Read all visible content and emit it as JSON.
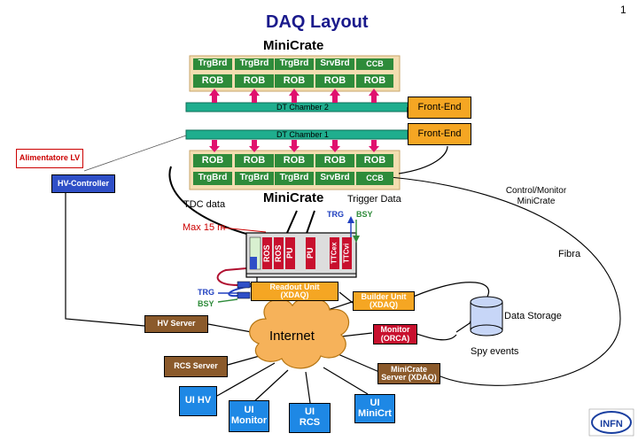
{
  "page_number": "1",
  "title": "DAQ Layout",
  "minicrate_top": {
    "label": "MiniCrate",
    "boards": [
      "TrgBrd",
      "TrgBrd",
      "TrgBrd",
      "SrvBrd",
      "CCB"
    ],
    "robs": [
      "ROB",
      "ROB",
      "ROB",
      "ROB",
      "ROB"
    ]
  },
  "minicrate_bottom": {
    "label": "MiniCrate",
    "boards": [
      "TrgBrd",
      "TrgBrd",
      "TrgBrd",
      "SrvBrd",
      "CCB"
    ],
    "robs": [
      "ROB",
      "ROB",
      "ROB",
      "ROB",
      "ROB"
    ]
  },
  "chambers": [
    "DT Chamber 2",
    "DT Chamber 1"
  ],
  "front_end": [
    "Front-End",
    "Front-End"
  ],
  "alimentatore": "Alimentatore LV",
  "hv_controller": "HV-Controller",
  "labels": {
    "tdc_data": "TDC data",
    "trigger_data": "Trigger Data",
    "max_15m": "Max 15 m",
    "trg": "TRG",
    "bsy": "BSY",
    "control_monitor": "Control/Monitor MiniCrate",
    "fibra": "Fibra",
    "data_storage": "Data Storage",
    "spy_events": "Spy events"
  },
  "vme_crate": {
    "modules": [
      "ROS",
      "ROS",
      "PU",
      "PU",
      "TTCex",
      "TTCvi"
    ]
  },
  "readout_unit": "Readout Unit (XDAQ)",
  "builder_unit": "Builder Unit (XDAQ)",
  "monitor": "Monitor (ORCA)",
  "minicrate_server": "MiniCrate Server (XDAQ)",
  "hv_server": "HV Server",
  "rcs_server": "RCS Server",
  "internet": "Internet",
  "ui": [
    "UI HV",
    "UI Monitor",
    "UI RCS",
    "UI MiniCrt"
  ],
  "logo": "INFN",
  "colors": {
    "title": "#1a1a8c",
    "board_green": "#2e8b3a",
    "chamber_teal": "#1fae8e",
    "front_end_orange": "#f5a623",
    "arrow_magenta": "#e0116e",
    "controller_blue": "#2f4fc7",
    "ui_blue": "#1e88e5",
    "module_red": "#c8102e",
    "server_brown": "#8b5a2b",
    "cloud": "#f6b25a",
    "readout_orange": "#f5a623",
    "alimentatore_red": "#cc0000"
  }
}
